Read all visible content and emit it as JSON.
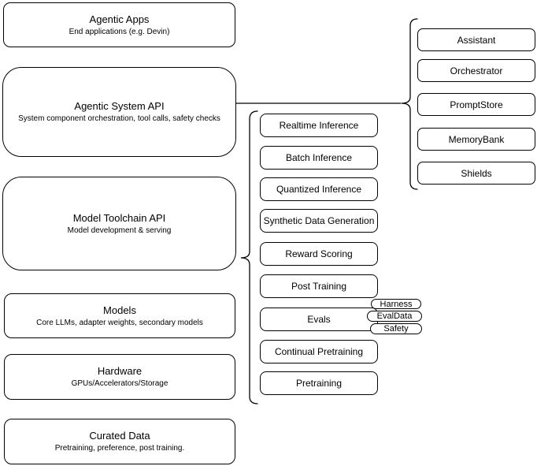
{
  "colors": {
    "background": "#ffffff",
    "stroke": "#000000",
    "node_fill": "#ffffff",
    "text": "#000000"
  },
  "stack": {
    "items": [
      {
        "title": "Agentic Apps",
        "subtitle": "End applications (e.g. Devin)"
      },
      {
        "title": "Agentic System API",
        "subtitle": "System component orchestration, tool calls, safety checks"
      },
      {
        "title": "Model Toolchain API",
        "subtitle": "Model development & serving"
      },
      {
        "title": "Models",
        "subtitle": "Core LLMs, adapter weights, secondary models"
      },
      {
        "title": "Hardware",
        "subtitle": "GPUs/Accelerators/Storage"
      },
      {
        "title": "Curated Data",
        "subtitle": "Pretraining, preference, post training."
      }
    ]
  },
  "toolchain_group": {
    "nodes": [
      "Realtime Inference",
      "Batch Inference",
      "Quantized Inference",
      "Synthetic Data Generation",
      "Reward Scoring",
      "Post Training",
      "Evals",
      "Continual Pretraining",
      "Pretraining"
    ],
    "eval_pills": [
      "Harness",
      "EvalData",
      "Safety"
    ]
  },
  "system_group": {
    "nodes": [
      "Assistant",
      "Orchestrator",
      "PromptStore",
      "MemoryBank",
      "Shields"
    ]
  }
}
